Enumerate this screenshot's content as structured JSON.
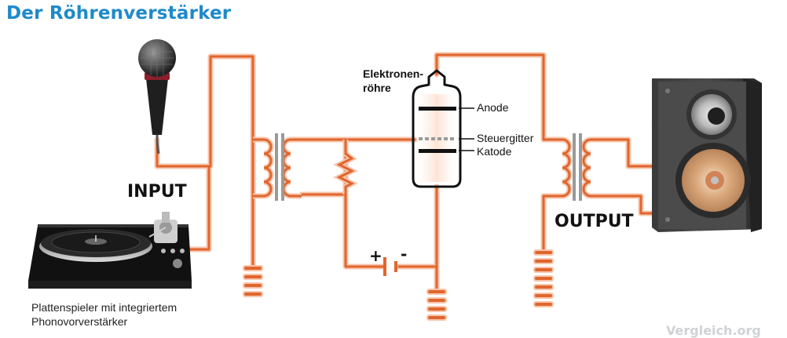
{
  "title": "Der Röhrenverstärker",
  "labels": {
    "input": "INPUT",
    "output": "OUTPUT",
    "tube_line1": "Elektronen-",
    "tube_line2": "röhre",
    "anode": "Anode",
    "grid": "Steuergitter",
    "cathode": "Katode",
    "turntable_line1": "Plattenspieler mit integriertem",
    "turntable_line2": "Phonovorverstärker",
    "plus": "+",
    "minus": "-"
  },
  "watermark": "Vergleich.org",
  "colors": {
    "title": "#1e8ac8",
    "wire": "#e0662e",
    "wire_glow": "#f7c6ad"
  },
  "icons": [
    "microphone-icon",
    "turntable-icon",
    "speaker-icon",
    "vacuum-tube-icon",
    "ground-icon",
    "resistor-icon",
    "transformer-icon",
    "battery-icon"
  ]
}
